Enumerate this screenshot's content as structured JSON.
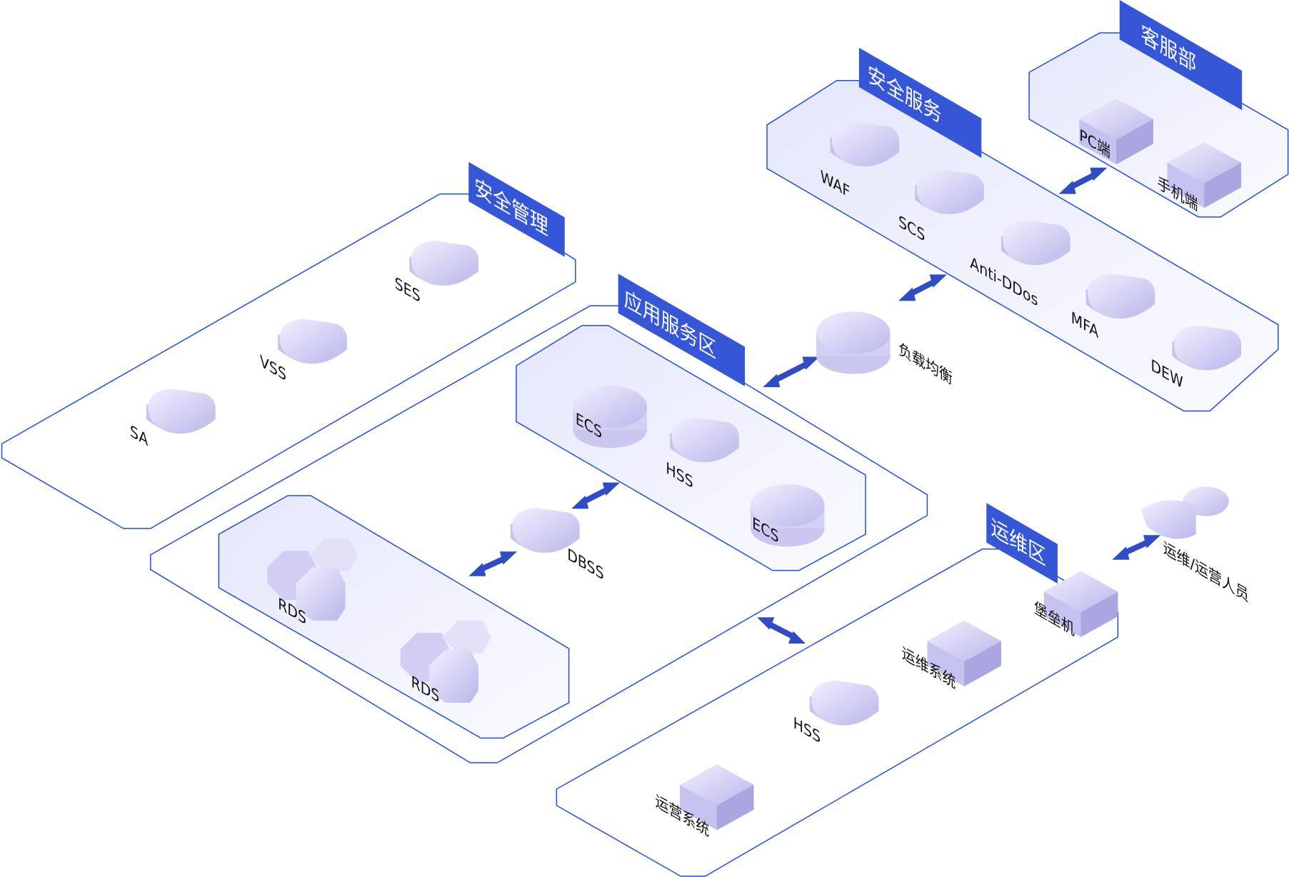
{
  "colors": {
    "accent": "#3556d6",
    "border": "#1f4fe0",
    "node": "#c9c8f0"
  },
  "zones": {
    "security_mgmt": {
      "title": "安全管理",
      "nodes": [
        "SES",
        "VSS",
        "SA"
      ]
    },
    "app_service": {
      "title": "应用服务区",
      "nodes": [
        "ECS",
        "HSS",
        "ECS",
        "DBSS",
        "RDS",
        "RDS"
      ]
    },
    "security_service": {
      "title": "安全服务",
      "nodes": [
        "WAF",
        "SCS",
        "Anti-DDos",
        "MFA",
        "DEW"
      ]
    },
    "customer_service": {
      "title": "客服部",
      "nodes": [
        "PC端",
        "手机端"
      ]
    },
    "ops": {
      "title": "运维区",
      "nodes": [
        "堡垒机",
        "运维系统",
        "HSS",
        "运营系统"
      ]
    }
  },
  "standalone": {
    "load_balancer": "负载均衡",
    "ops_staff": "运维/运营人员"
  }
}
